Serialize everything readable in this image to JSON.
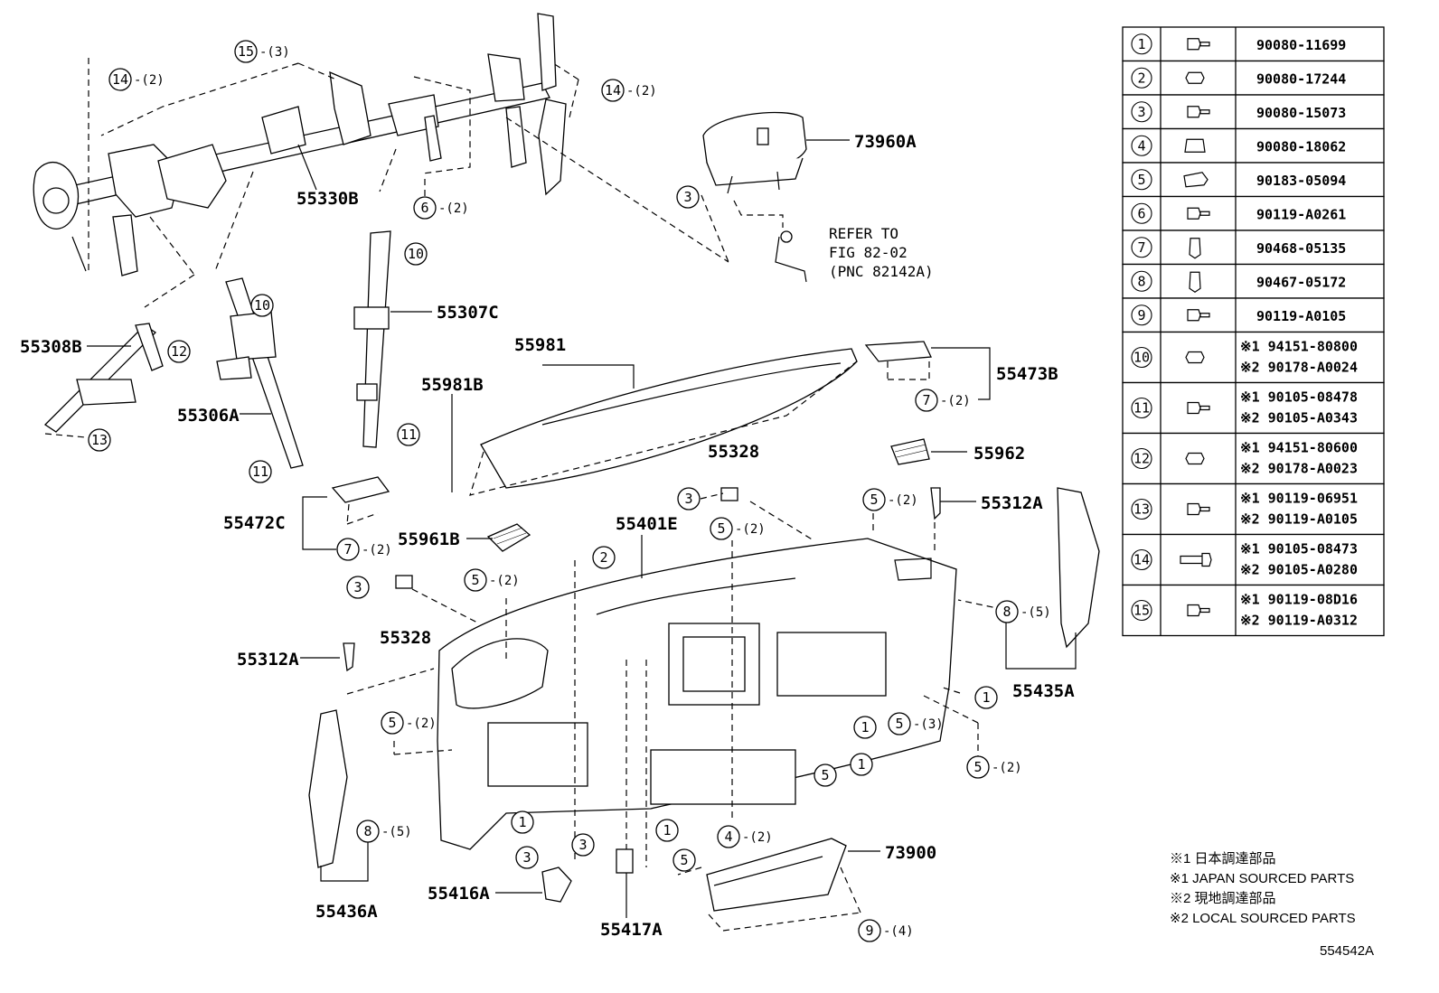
{
  "diagram": {
    "part_labels": [
      {
        "id": "73960A",
        "text": "73960A"
      },
      {
        "id": "55330B",
        "text": "55330B"
      },
      {
        "id": "55307C",
        "text": "55307C"
      },
      {
        "id": "55308B",
        "text": "55308B"
      },
      {
        "id": "55306A",
        "text": "55306A"
      },
      {
        "id": "55981",
        "text": "55981"
      },
      {
        "id": "55981B",
        "text": "55981B"
      },
      {
        "id": "55473B",
        "text": "55473B"
      },
      {
        "id": "55328a",
        "text": "55328"
      },
      {
        "id": "55962",
        "text": "55962"
      },
      {
        "id": "55312Aa",
        "text": "55312A"
      },
      {
        "id": "55472C",
        "text": "55472C"
      },
      {
        "id": "55961B",
        "text": "55961B"
      },
      {
        "id": "55401E",
        "text": "55401E"
      },
      {
        "id": "55328b",
        "text": "55328"
      },
      {
        "id": "55312Ab",
        "text": "55312A"
      },
      {
        "id": "55435A",
        "text": "55435A"
      },
      {
        "id": "73900",
        "text": "73900"
      },
      {
        "id": "55416A",
        "text": "55416A"
      },
      {
        "id": "55417A",
        "text": "55417A"
      },
      {
        "id": "55436A",
        "text": "55436A"
      }
    ],
    "callouts": [
      {
        "n": "15",
        "qty": "-(3)"
      },
      {
        "n": "14",
        "qty": "-(2)"
      },
      {
        "n": "14",
        "qty": "-(2)"
      },
      {
        "n": "3",
        "qty": ""
      },
      {
        "n": "6",
        "qty": "-(2)"
      },
      {
        "n": "10",
        "qty": ""
      },
      {
        "n": "10",
        "qty": ""
      },
      {
        "n": "12",
        "qty": ""
      },
      {
        "n": "13",
        "qty": ""
      },
      {
        "n": "11",
        "qty": ""
      },
      {
        "n": "11",
        "qty": ""
      },
      {
        "n": "7",
        "qty": "-(2)"
      },
      {
        "n": "3",
        "qty": ""
      },
      {
        "n": "5",
        "qty": "-(2)"
      },
      {
        "n": "7",
        "qty": "-(2)"
      },
      {
        "n": "5",
        "qty": "-(2)"
      },
      {
        "n": "2",
        "qty": ""
      },
      {
        "n": "5",
        "qty": "-(2)"
      },
      {
        "n": "3",
        "qty": ""
      },
      {
        "n": "8",
        "qty": "-(5)"
      },
      {
        "n": "1",
        "qty": ""
      },
      {
        "n": "1",
        "qty": ""
      },
      {
        "n": "5",
        "qty": "-(3)"
      },
      {
        "n": "1",
        "qty": ""
      },
      {
        "n": "5",
        "qty": "-(2)"
      },
      {
        "n": "5",
        "qty": "-(2)"
      },
      {
        "n": "5",
        "qty": ""
      },
      {
        "n": "1",
        "qty": ""
      },
      {
        "n": "1",
        "qty": ""
      },
      {
        "n": "4",
        "qty": "-(2)"
      },
      {
        "n": "5",
        "qty": ""
      },
      {
        "n": "8",
        "qty": "-(5)"
      },
      {
        "n": "3",
        "qty": ""
      },
      {
        "n": "3",
        "qty": ""
      },
      {
        "n": "9",
        "qty": "-(4)"
      }
    ],
    "refer_note": [
      "REFER TO",
      "FIG 82-02",
      "(PNC 82142A)"
    ],
    "fastener_table": [
      {
        "n": "1",
        "icon": "bolt-icon",
        "lines": [
          "90080-11699"
        ]
      },
      {
        "n": "2",
        "icon": "nut-icon",
        "lines": [
          "90080-17244"
        ]
      },
      {
        "n": "3",
        "icon": "bolt-icon",
        "lines": [
          "90080-15073"
        ]
      },
      {
        "n": "4",
        "icon": "clip-nut-icon",
        "lines": [
          "90080-18062"
        ]
      },
      {
        "n": "5",
        "icon": "spring-nut-icon",
        "lines": [
          "90183-05094"
        ]
      },
      {
        "n": "6",
        "icon": "bolt-icon",
        "lines": [
          "90119-A0261"
        ]
      },
      {
        "n": "7",
        "icon": "clip-icon",
        "lines": [
          "90468-05135"
        ]
      },
      {
        "n": "8",
        "icon": "clip-icon",
        "lines": [
          "90467-05172"
        ]
      },
      {
        "n": "9",
        "icon": "bolt-icon",
        "lines": [
          "90119-A0105"
        ]
      },
      {
        "n": "10",
        "icon": "nut-icon",
        "lines": [
          "※1 94151-80800",
          "※2 90178-A0024"
        ]
      },
      {
        "n": "11",
        "icon": "bolt-icon",
        "lines": [
          "※1 90105-08478",
          "※2 90105-A0343"
        ]
      },
      {
        "n": "12",
        "icon": "nut-icon",
        "lines": [
          "※1 94151-80600",
          "※2 90178-A0023"
        ]
      },
      {
        "n": "13",
        "icon": "bolt-icon",
        "lines": [
          "※1 90119-06951",
          "※2 90119-A0105"
        ]
      },
      {
        "n": "14",
        "icon": "long-bolt-icon",
        "lines": [
          "※1 90105-08473",
          "※2 90105-A0280"
        ]
      },
      {
        "n": "15",
        "icon": "bolt-icon",
        "lines": [
          "※1 90119-08D16",
          "※2 90119-A0312"
        ]
      }
    ],
    "footnotes": [
      "※1 日本調達部品",
      "※1 JAPAN SOURCED PARTS",
      "※2 現地調達部品",
      "※2 LOCAL SOURCED PARTS"
    ],
    "illustration_number": "554542A"
  }
}
